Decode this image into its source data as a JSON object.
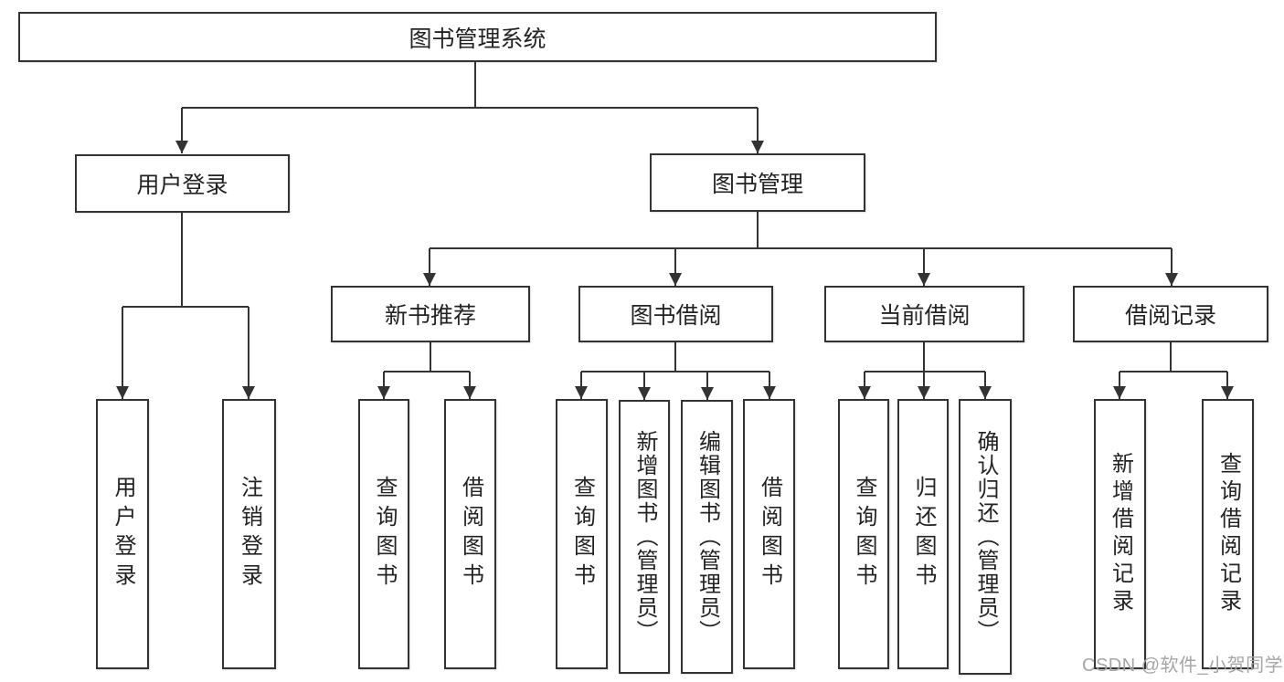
{
  "diagram": {
    "tree": {
      "root": "图书管理系统",
      "branches": [
        {
          "label": "用户登录",
          "children": [
            "用户登录",
            "注销登录"
          ]
        },
        {
          "label": "图书管理",
          "children": [
            {
              "label": "新书推荐",
              "children": [
                "查询图书",
                "借阅图书"
              ]
            },
            {
              "label": "图书借阅",
              "children": [
                "查询图书",
                "新增图书（管理员）",
                "编辑图书（管理员）",
                "借阅图书"
              ]
            },
            {
              "label": "当前借阅",
              "children": [
                "查询图书",
                "归还图书",
                "确认归还（管理员）"
              ]
            },
            {
              "label": "借阅记录",
              "children": [
                "新增借阅记录",
                "查询借阅记录"
              ]
            }
          ]
        }
      ]
    },
    "watermark": "CSDN @软件_小贺同学",
    "colors": {
      "line": "#333333",
      "text": "#232323",
      "watermark": "#a6a6a6",
      "background": "#ffffff"
    }
  }
}
